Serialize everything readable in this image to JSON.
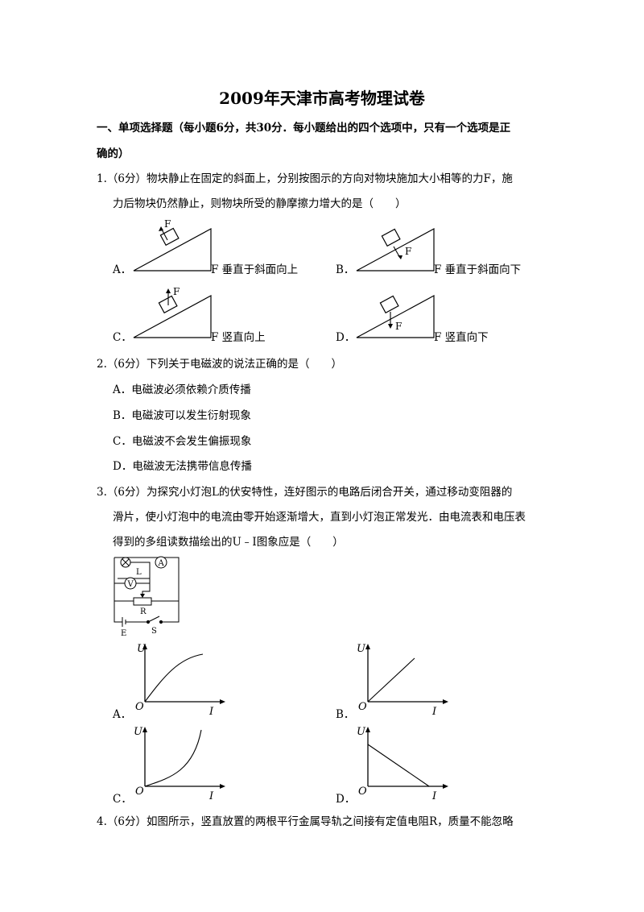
{
  "title": "2009年天津市高考物理试卷",
  "section1": {
    "line1": "一、单项选择题（每小题6分，共30分．每小题给出的四个选项中，只有一个选项是正",
    "line2": "确的）"
  },
  "q1": {
    "line1": "1.（6分）物块静止在固定的斜面上，分别按图示的方向对物块施加大小相等的力F，施",
    "line2": "力后物块仍然静止，则物块所受的静摩擦力增大的是（　　）",
    "options": [
      {
        "label": "A．",
        "caption": "F 垂直于斜面向上",
        "force_label": "F"
      },
      {
        "label": "B．",
        "caption": "F 垂直于斜面向下",
        "force_label": "F"
      },
      {
        "label": "C．",
        "caption": "F 竖直向上",
        "force_label": "F"
      },
      {
        "label": "D．",
        "caption": "F 竖直向下",
        "force_label": "F"
      }
    ]
  },
  "q2": {
    "stem": "2.（6分）下列关于电磁波的说法正确的是（　　）",
    "options": [
      "A．电磁波必须依赖介质传播",
      "B．电磁波可以发生衍射现象",
      "C．电磁波不会发生偏振现象",
      "D．电磁波无法携带信息传播"
    ]
  },
  "q3": {
    "line1": "3.（6分）为探究小灯泡L的伏安特性，连好图示的电路后闭合开关，通过移动变阻器的",
    "line2": "滑片，使小灯泡中的电流由零开始逐渐增大，直到小灯泡正常发光．由电流表和电压表",
    "line3": "得到的多组读数描绘出的U﹣I图象应是（　　）",
    "circuit_labels": {
      "lamp": "L",
      "ammeter": "A",
      "voltmeter": "V",
      "rheostat": "R",
      "battery": "E",
      "switch": "S"
    },
    "graphs": [
      {
        "label": "A．",
        "y_axis": "U",
        "x_axis": "I",
        "origin": "O"
      },
      {
        "label": "B．",
        "y_axis": "U",
        "x_axis": "I",
        "origin": "O"
      },
      {
        "label": "C．",
        "y_axis": "U",
        "x_axis": "I",
        "origin": "O"
      },
      {
        "label": "D．",
        "y_axis": "U",
        "x_axis": "I",
        "origin": "O"
      }
    ]
  },
  "q4": {
    "line1": "4.（6分）如图所示，竖直放置的两根平行金属导轨之间接有定值电阻R，质量不能忽略"
  }
}
